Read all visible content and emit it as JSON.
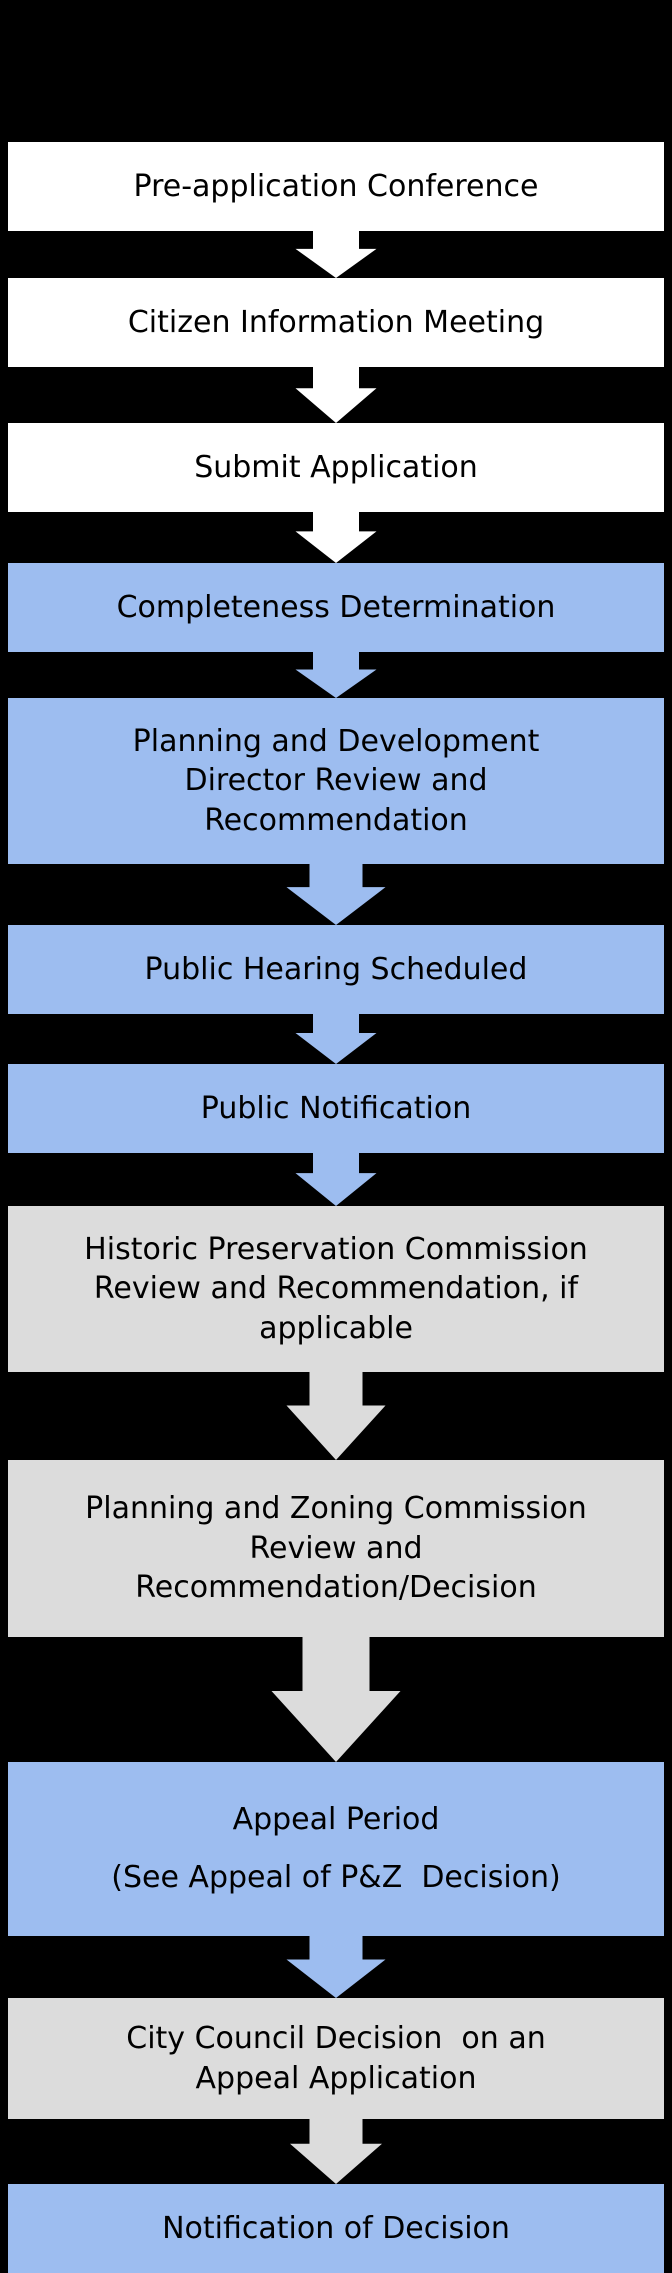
{
  "diagram": {
    "title": "Zoning / Development Application Process Flowchart",
    "type": "flowchart",
    "orientation": "top-to-bottom",
    "background_color": "#000000",
    "colors": {
      "white_step": "#ffffff",
      "blue_step": "#9dbdf0",
      "gray_step": "#dcdcdc",
      "arrow_white": "#ffffff",
      "arrow_blue": "#9dbdf0",
      "arrow_gray": "#dcdcdc",
      "text": "#000000"
    },
    "steps": [
      {
        "id": "step-pre-application-conference",
        "lines": [
          "Pre-application Conference"
        ],
        "fill": "white"
      },
      {
        "id": "step-citizen-information-meeting",
        "lines": [
          "Citizen Information Meeting"
        ],
        "fill": "white"
      },
      {
        "id": "step-submit-application",
        "lines": [
          "Submit Application"
        ],
        "fill": "white"
      },
      {
        "id": "step-completeness-determination",
        "lines": [
          "Completeness Determination"
        ],
        "fill": "blue"
      },
      {
        "id": "step-planning-development-director-review",
        "lines": [
          "Planning and Development",
          "Director Review and",
          "Recommendation"
        ],
        "fill": "blue"
      },
      {
        "id": "step-public-hearing-scheduled",
        "lines": [
          "Public Hearing Scheduled"
        ],
        "fill": "blue"
      },
      {
        "id": "step-public-notification",
        "lines": [
          "Public Notification"
        ],
        "fill": "blue"
      },
      {
        "id": "step-historic-preservation-commission-review",
        "lines": [
          "Historic Preservation Commission",
          "Review and Recommendation, if",
          "applicable"
        ],
        "fill": "gray"
      },
      {
        "id": "step-planning-zoning-commission-review",
        "lines": [
          "Planning and Zoning Commission",
          "Review and",
          "Recommendation/Decision"
        ],
        "fill": "gray"
      },
      {
        "id": "step-appeal-period",
        "lines": [
          "Appeal Period",
          "",
          "(See Appeal of P&Z  Decision)"
        ],
        "fill": "blue"
      },
      {
        "id": "step-city-council-decision",
        "lines": [
          "City Council Decision  on an",
          "Appeal Application"
        ],
        "fill": "gray"
      },
      {
        "id": "step-notification-of-decision",
        "lines": [
          "Notification of Decision"
        ],
        "fill": "blue"
      }
    ],
    "connectors": [
      {
        "id": "connector-1",
        "from": "step-pre-application-conference",
        "to": "step-citizen-information-meeting",
        "color": "white"
      },
      {
        "id": "connector-2",
        "from": "step-citizen-information-meeting",
        "to": "step-submit-application",
        "color": "white"
      },
      {
        "id": "connector-3",
        "from": "step-submit-application",
        "to": "step-completeness-determination",
        "color": "white"
      },
      {
        "id": "connector-4",
        "from": "step-completeness-determination",
        "to": "step-planning-development-director-review",
        "color": "blue"
      },
      {
        "id": "connector-5",
        "from": "step-planning-development-director-review",
        "to": "step-public-hearing-scheduled",
        "color": "blue"
      },
      {
        "id": "connector-6",
        "from": "step-public-hearing-scheduled",
        "to": "step-public-notification",
        "color": "blue"
      },
      {
        "id": "connector-7",
        "from": "step-public-notification",
        "to": "step-historic-preservation-commission-review",
        "color": "blue"
      },
      {
        "id": "connector-8",
        "from": "step-historic-preservation-commission-review",
        "to": "step-planning-zoning-commission-review",
        "color": "gray"
      },
      {
        "id": "connector-9",
        "from": "step-planning-zoning-commission-review",
        "to": "step-appeal-period",
        "color": "gray"
      },
      {
        "id": "connector-10",
        "from": "step-appeal-period",
        "to": "step-city-council-decision",
        "color": "blue"
      },
      {
        "id": "connector-11",
        "from": "step-city-council-decision",
        "to": "step-notification-of-decision",
        "color": "gray"
      }
    ]
  }
}
